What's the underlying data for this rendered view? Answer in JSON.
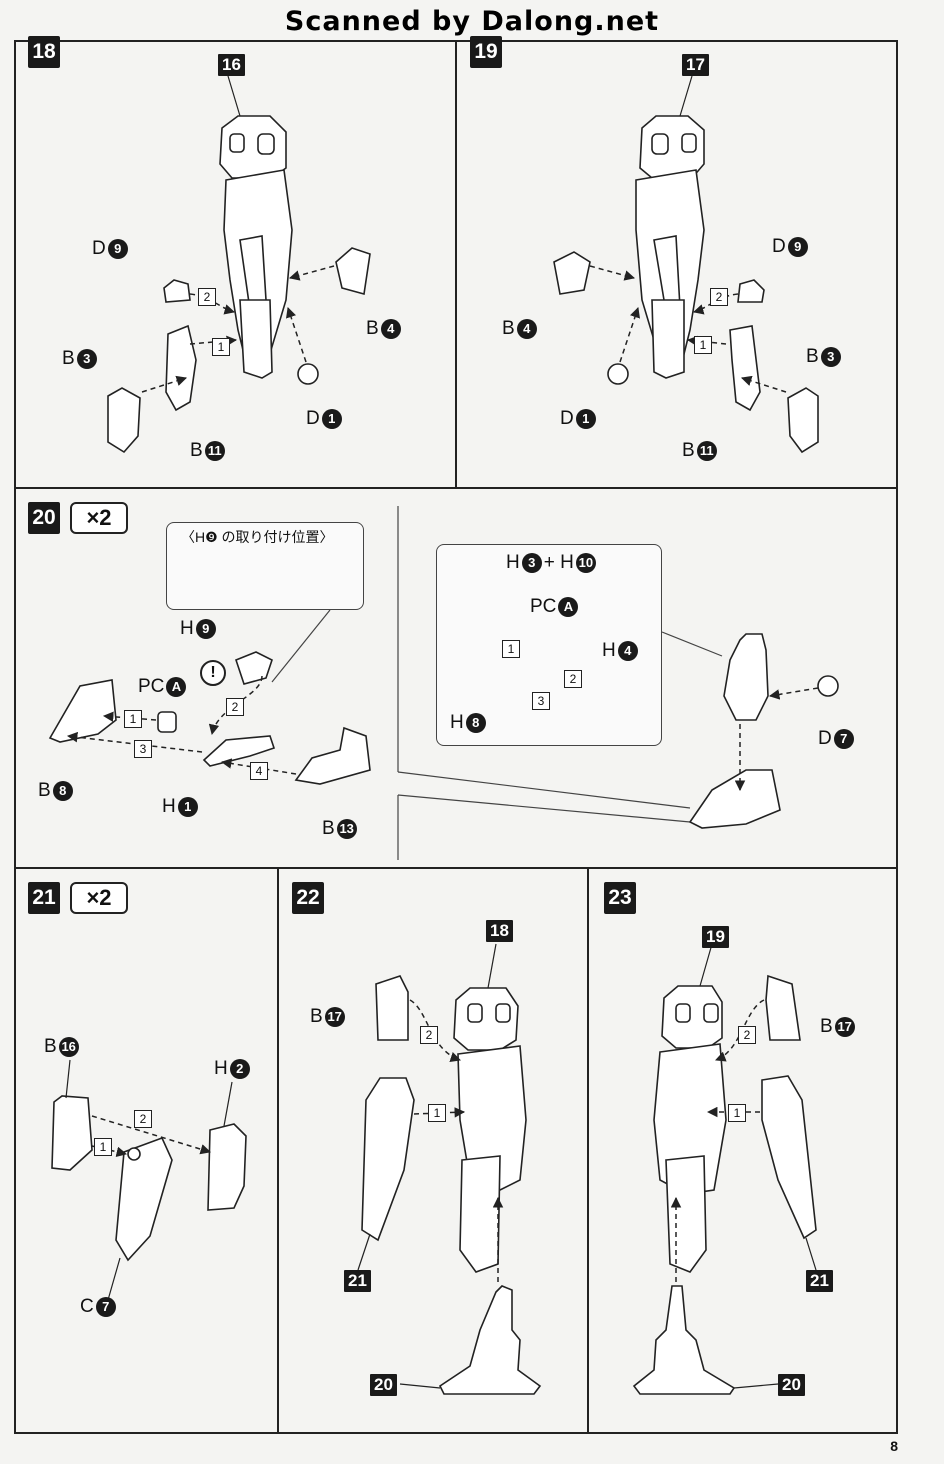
{
  "header": {
    "credit": "Scanned by Dalong.net"
  },
  "page_number": "8",
  "steps": {
    "s18": {
      "num": "18",
      "top": "16",
      "labels": [
        "D",
        "9",
        "2",
        "1",
        "B",
        "3",
        "B",
        "4",
        "D",
        "1",
        "B",
        "11"
      ]
    },
    "s19": {
      "num": "19",
      "top": "17",
      "labels": [
        "D",
        "9",
        "2",
        "1",
        "B",
        "4",
        "B",
        "3",
        "D",
        "1",
        "B",
        "11"
      ]
    },
    "s20": {
      "num": "20",
      "mult": "×2",
      "callout_title": "〈H❾ の取り付け位置〉",
      "part_labels": {
        "h9": {
          "letter": "H",
          "num": "9"
        },
        "pca": {
          "letter": "PC",
          "num": "A"
        },
        "b8": {
          "letter": "B",
          "num": "8"
        },
        "h1": {
          "letter": "H",
          "num": "1"
        },
        "b13": {
          "letter": "B",
          "num": "13"
        },
        "h3h10": {
          "letter": "H",
          "num": "3",
          "plus": "+ H",
          "num2": "10"
        },
        "pca2": {
          "letter": "PC",
          "num": "A"
        },
        "h4": {
          "letter": "H",
          "num": "4"
        },
        "h8": {
          "letter": "H",
          "num": "8"
        },
        "d7": {
          "letter": "D",
          "num": "7"
        }
      },
      "caution": "!"
    },
    "s21": {
      "num": "21",
      "mult": "×2",
      "b16": {
        "letter": "B",
        "num": "16"
      },
      "h2": {
        "letter": "H",
        "num": "2"
      },
      "c7": {
        "letter": "C",
        "num": "7"
      }
    },
    "s22": {
      "num": "22",
      "top": "18",
      "b17": {
        "letter": "B",
        "num": "17"
      },
      "ref21": "21",
      "ref20": "20"
    },
    "s23": {
      "num": "23",
      "top": "19",
      "b17": {
        "letter": "B",
        "num": "17"
      },
      "ref21": "21",
      "ref20": "20"
    }
  },
  "seq": [
    "1",
    "2",
    "3",
    "4"
  ]
}
